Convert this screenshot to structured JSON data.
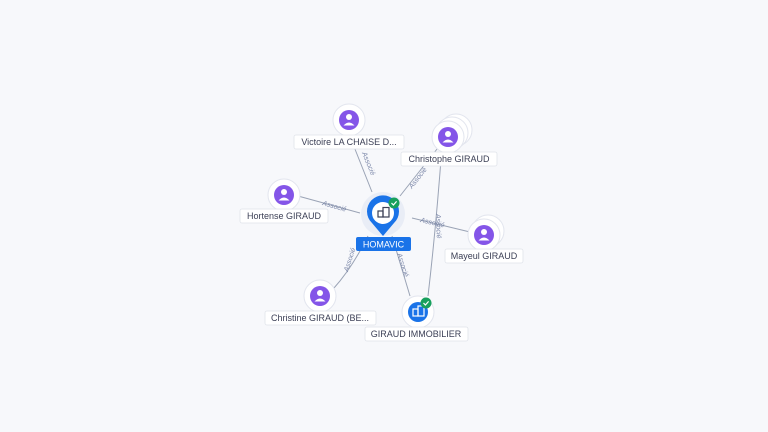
{
  "center": {
    "label": "HOMAVIC",
    "icon": "building-icon",
    "verified": true,
    "colors": {
      "pin": "#1a73e8",
      "verified": "#17a05d"
    }
  },
  "persons": [
    {
      "id": "p1",
      "label": "Victoire LA CHAISE D...",
      "icon": "person-icon",
      "edge_label": "Associé"
    },
    {
      "id": "p2",
      "label": "Christophe GIRAUD",
      "icon": "person-icon",
      "stacked": true,
      "edge_label": "Associé"
    },
    {
      "id": "p3",
      "label": "Hortense GIRAUD",
      "icon": "person-icon",
      "edge_label": "Associé"
    },
    {
      "id": "p4",
      "label": "Mayeul GIRAUD",
      "icon": "person-icon",
      "edge_label": "Associé"
    },
    {
      "id": "p5",
      "label": "Christine GIRAUD (BE...",
      "icon": "person-icon",
      "edge_label": "Associé"
    }
  ],
  "companies": [
    {
      "id": "c1",
      "label": "GIRAUD IMMOBILIER",
      "icon": "building-icon",
      "verified": true,
      "edge_label": "Associé"
    }
  ],
  "colors": {
    "person": "#8455e8",
    "edge": "#9aa3b5",
    "edge_label": "#7a86a8"
  }
}
